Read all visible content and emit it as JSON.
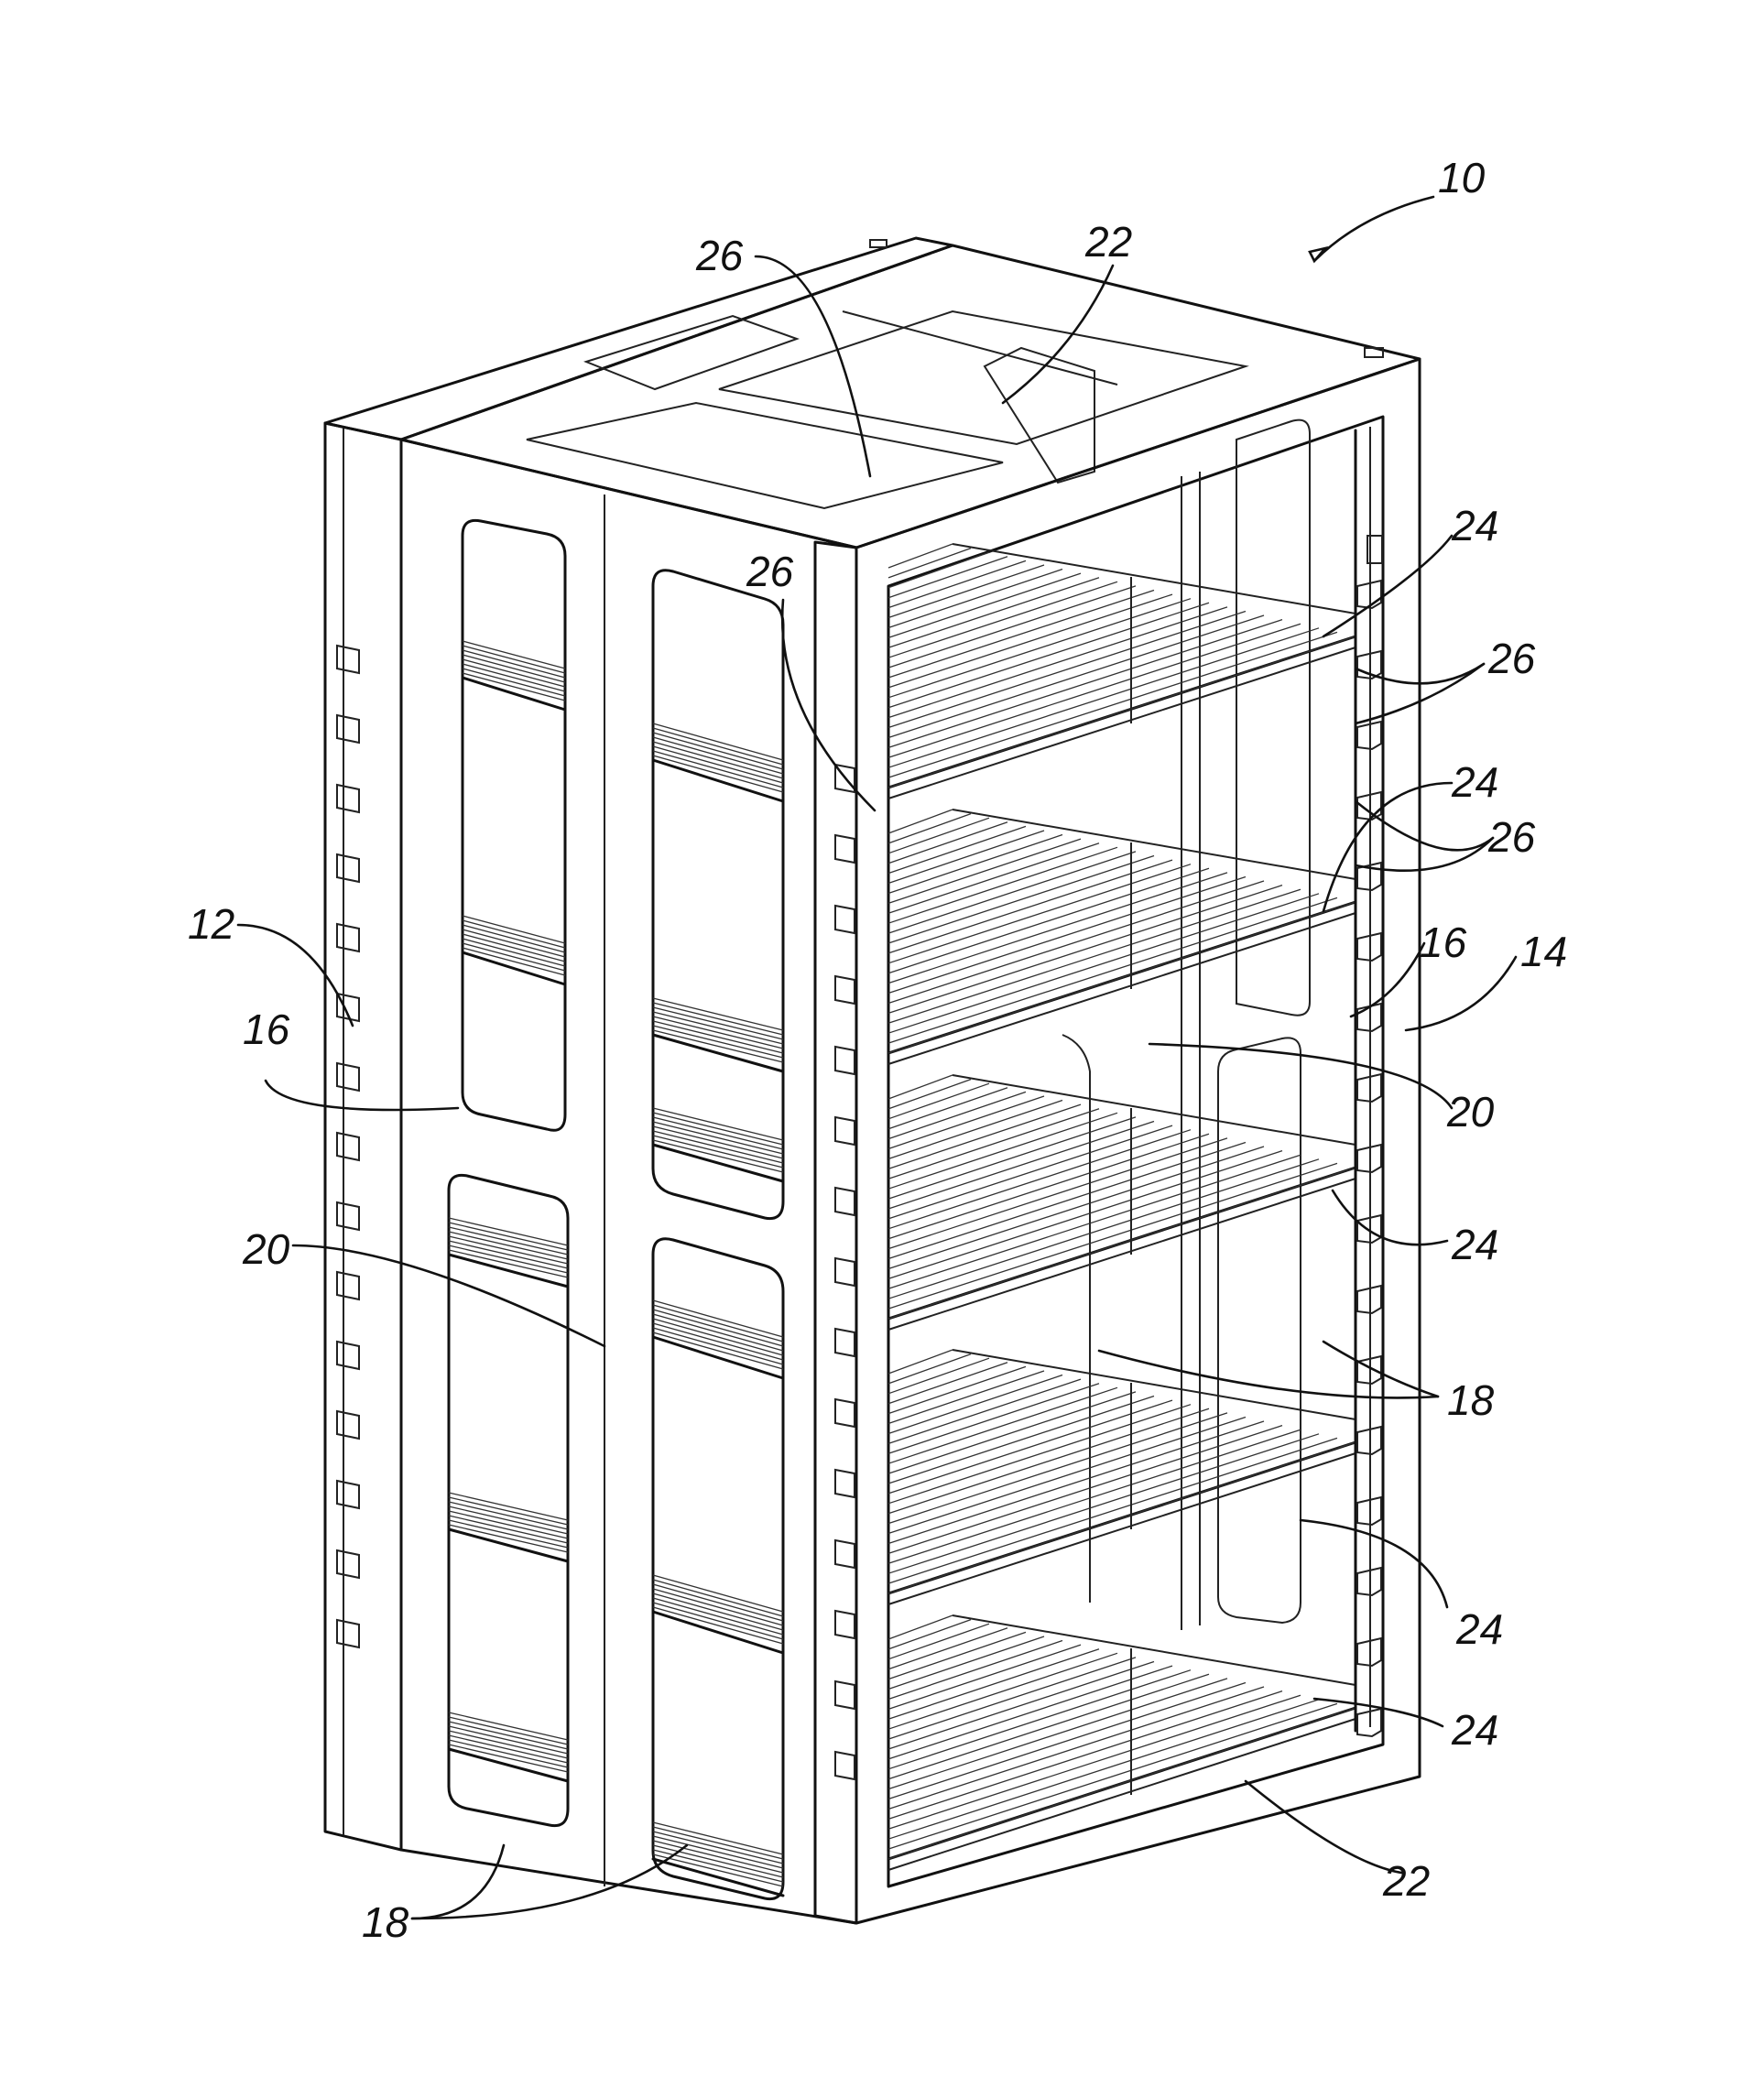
{
  "figure": {
    "reference_numerals": [
      {
        "id": "ref-10",
        "text": "10"
      },
      {
        "id": "ref-22-top",
        "text": "22"
      },
      {
        "id": "ref-26-top",
        "text": "26"
      },
      {
        "id": "ref-24-a",
        "text": "24"
      },
      {
        "id": "ref-26-mid",
        "text": "26"
      },
      {
        "id": "ref-26-right-a",
        "text": "26"
      },
      {
        "id": "ref-24-b",
        "text": "24"
      },
      {
        "id": "ref-26-right-b",
        "text": "26"
      },
      {
        "id": "ref-12",
        "text": "12"
      },
      {
        "id": "ref-16-left",
        "text": "16"
      },
      {
        "id": "ref-16-right",
        "text": "16"
      },
      {
        "id": "ref-14",
        "text": "14"
      },
      {
        "id": "ref-20-right",
        "text": "20"
      },
      {
        "id": "ref-20-left",
        "text": "20"
      },
      {
        "id": "ref-24-c",
        "text": "24"
      },
      {
        "id": "ref-18-right",
        "text": "18"
      },
      {
        "id": "ref-24-d",
        "text": "24"
      },
      {
        "id": "ref-24-e",
        "text": "24"
      },
      {
        "id": "ref-22-bottom",
        "text": "22"
      },
      {
        "id": "ref-18-bottom",
        "text": "18"
      }
    ],
    "colors": {
      "line": "#111111",
      "background": "#ffffff"
    }
  }
}
